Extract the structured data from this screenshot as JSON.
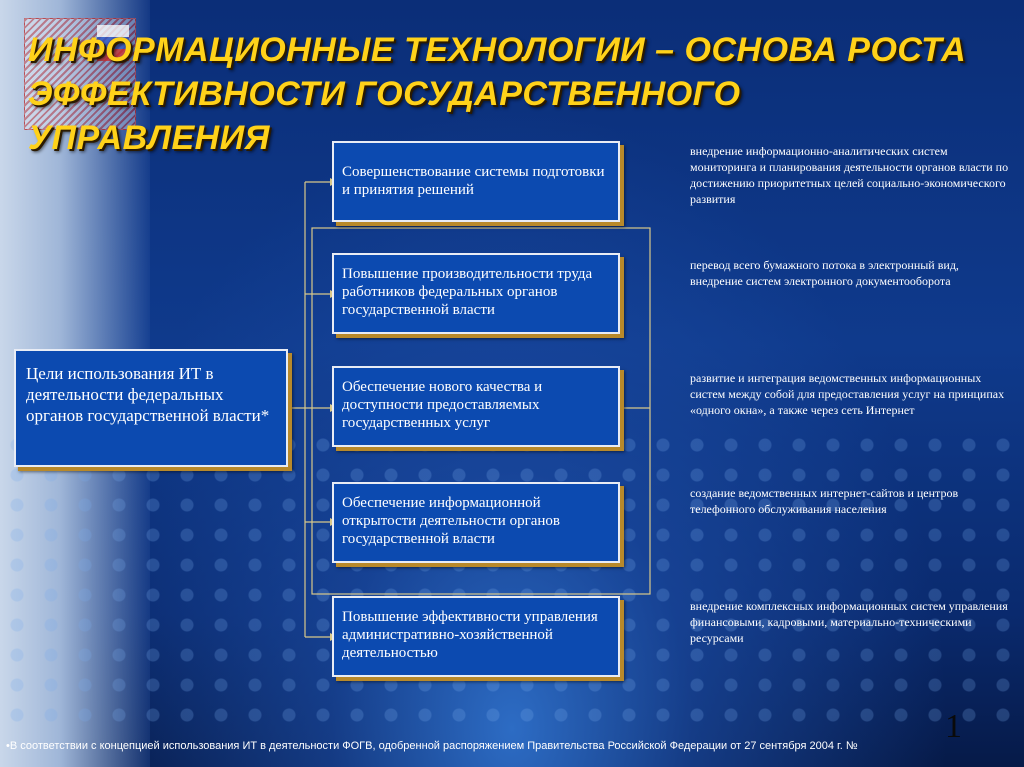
{
  "slide": {
    "title": "ИНФОРМАЦИОННЫЕ ТЕХНОЛОГИИ – ОСНОВА РОСТА ЭФФЕКТИВНОСТИ ГОСУДАРСТВЕННОГО УПРАВЛЕНИЯ",
    "page_number": "1",
    "footnote": "•В соответствии с концепцией использования ИТ в деятельности ФОГВ, одобренной распоряжением Правительства Российской Федерации от 27 сентября 2004 г. №"
  },
  "main_goal": {
    "label": "Цели использования ИТ в деятельности федеральных органов государственной власти*"
  },
  "goals": [
    {
      "label": "Совершенствование системы подготовки и принятия решений",
      "description": "внедрение информационно-аналитических систем мониторинга и планирования деятельности органов власти по достижению приоритетных целей социально-экономического развития"
    },
    {
      "label": "Повышение производительности труда работников федеральных органов государственной власти",
      "description": "перевод всего бумажного потока в электронный вид, внедрение систем электронного документооборота"
    },
    {
      "label": "Обеспечение нового качества и доступности предоставляемых государственных услуг",
      "description": "развитие и интеграция ведомственных информационных систем между собой для предоставления услуг на принципах «одного окна», а также через сеть Интернет"
    },
    {
      "label": "Обеспечение информационной открытости деятельности органов государственной власти",
      "description": "создание ведомственных интернет-сайтов и центров телефонного обслуживания населения"
    },
    {
      "label": "Повышение эффективности управления административно-хозяйственной деятельностью",
      "description": "внедрение комплексных информационных систем управления финансовыми, кадровыми, материально-техническими ресурсами"
    }
  ],
  "colors": {
    "title": "#ffd21a",
    "box_fill": "#0c4ab0",
    "connector": "#d8c88a"
  }
}
